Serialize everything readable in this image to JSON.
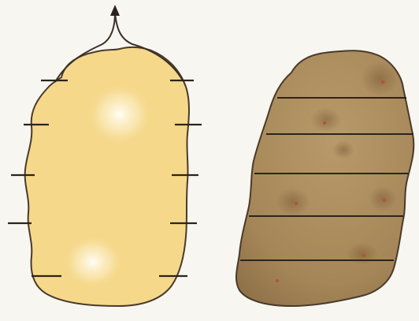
{
  "colors": {
    "background": "#f7f6f1",
    "outline": "#4a3a2a",
    "left_shape_fill": "#f5d88a",
    "left_shape_highlight": "#fffef6",
    "right_shape_fill": "#a98c5e",
    "right_shape_shadow": "#8a6e45",
    "stroke_lines": "#3b3127",
    "right_shape_spots": "#b0553f"
  },
  "diagram": {
    "left_shape": {
      "name": "light-blob",
      "tick_marks": {
        "left_side": 5,
        "right_side": 5
      },
      "arrow_direction": "up"
    },
    "right_shape": {
      "name": "brown-blob",
      "horizontal_bands": 6
    }
  }
}
